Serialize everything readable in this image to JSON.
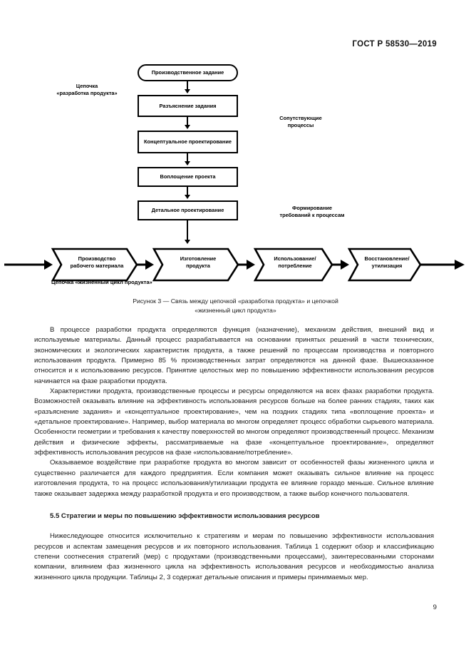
{
  "header": {
    "standard_id": "ГОСТ Р 58530—2019"
  },
  "figure": {
    "nodes": [
      {
        "id": "task",
        "label": "Производственное задание",
        "shape": "rounded"
      },
      {
        "id": "clarify",
        "label": "Разъяснение задания",
        "shape": "rect"
      },
      {
        "id": "conceptual",
        "label": "Концептуальное проектирование",
        "shape": "rect"
      },
      {
        "id": "embodiment",
        "label": "Воплощение проекта",
        "shape": "rect"
      },
      {
        "id": "detailed",
        "label": "Детальное проектирование",
        "shape": "rect"
      }
    ],
    "chevrons": [
      {
        "id": "material",
        "label": "Производство\nрабочего материала"
      },
      {
        "id": "manufacture",
        "label": "Изготовление\nпродукта"
      },
      {
        "id": "use",
        "label": "Использование/\nпотребление"
      },
      {
        "id": "recovery",
        "label": "Восстановление/\nутилизация"
      }
    ],
    "labels": {
      "left_chain": "Цепочка\n«разработка продукта»",
      "right_top": "Сопутствующие\nпроцессы",
      "right_bottom": "Формирование\nтребований к процессам",
      "bottom_chain": "Цепочка «жизненный цикл продукта»"
    },
    "caption_line1": "Рисунок 3 — Связь между цепочкой «разработка продукта» и цепочкой",
    "caption_line2": "«жизненный цикл продукта»"
  },
  "body": {
    "paragraph_1": "В процессе разработки продукта определяются функция (назначение), механизм действия, внешний вид и используемые материалы. Данный процесс разрабатывается на основании принятых решений в части технических, экономических и экологических характеристик продукта, а также решений по процессам производства и повторного использования продукта. Примерно 85 % производственных затрат определяются на данной фазе. Вышесказанное относится и к использованию ресурсов. Принятие целостных мер по повышению эффективности использования ресурсов начинается на фазе разработки продукта.",
    "paragraph_2": "Характеристики продукта, производственные процессы и ресурсы определяются на всех фазах разработки продукта. Возможностей оказывать влияние на эффективность использования ресурсов больше на более ранних стадиях, таких как «разъяснение задания» и «концептуальное проектирование», чем на поздних стадиях типа «воплощение проекта» и «детальное проектирование». Например, выбор материала во многом определяет процесс обработки сырьевого материала. Особенности геометрии и требования к качеству поверхностей во многом определяют производственный процесс. Механизм действия и физические эффекты, рассматриваемые на фазе «концептуальное проектирование», определяют эффективность использования ресурсов на фазе «использование/потребление».",
    "paragraph_3": "Оказываемое воздействие при разработке продукта во многом зависит от особенностей фазы жизненного цикла и существенно различается для каждого предприятия. Если компания может оказывать сильное влияние на процесс изготовления продукта, то на процесс использования/утилизации продукта ее влияние гораздо меньше. Сильное влияние также оказывает задержка между разработкой продукта и его производством, а также выбор конечного пользователя.",
    "section_heading": "5.5 Стратегии и меры по повышению эффективности использования ресурсов",
    "paragraph_4": "Нижеследующее относится исключительно к стратегиям и мерам по повышению эффективности использования ресурсов и аспектам замещения ресурсов и их повторного использования. Таблица 1 содержит обзор и классификацию степени соотнесения стратегий (мер) с продуктами (производственными процессами), заинтересованными сторонами компании, влиянием фаз жизненного цикла на эффективность использования ресурсов и необходимостью анализа жизненного цикла продукции. Таблицы 2, 3 содержат детальные описания и примеры принимаемых мер.",
    "page_number": "9"
  }
}
